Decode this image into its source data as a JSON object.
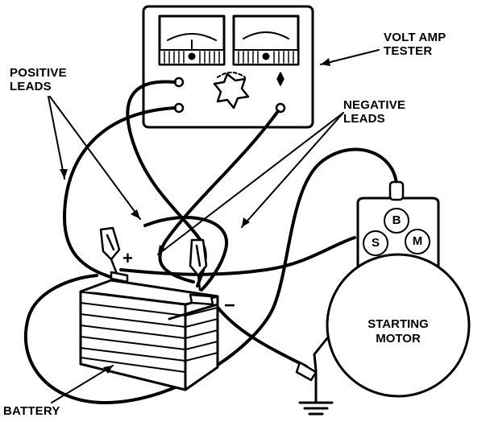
{
  "labels": {
    "tester": [
      "VOLT AMP",
      "TESTER"
    ],
    "positive_leads": [
      "POSITIVE",
      "LEADS"
    ],
    "negative_leads": [
      "NEGATIVE",
      "LEADS"
    ],
    "battery": "BATTERY",
    "starting_motor": [
      "STARTING",
      "MOTOR"
    ]
  },
  "polarity": {
    "positive": "+",
    "negative": "−"
  },
  "solenoid_terminals": {
    "b": "B",
    "s": "S",
    "m": "M"
  },
  "colors": {
    "ink": "#000000",
    "paper": "#ffffff"
  }
}
